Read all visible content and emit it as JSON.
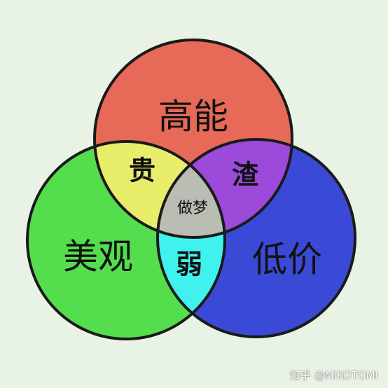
{
  "diagram": {
    "sets": [
      {
        "id": "top",
        "label": "高能",
        "color": "#e66a57"
      },
      {
        "id": "left",
        "label": "美观",
        "color": "#54de4e"
      },
      {
        "id": "right",
        "label": "低价",
        "color": "#3a4ad6"
      }
    ],
    "intersections": [
      {
        "sets": [
          "top",
          "left"
        ],
        "label": "贵",
        "color": "#e9ee6a"
      },
      {
        "sets": [
          "top",
          "right"
        ],
        "label": "渣",
        "color": "#9b4ad9"
      },
      {
        "sets": [
          "left",
          "right"
        ],
        "label": "弱",
        "color": "#3ff2ee"
      },
      {
        "sets": [
          "top",
          "left",
          "right"
        ],
        "label": "做梦",
        "color": "#b9bdb4"
      }
    ]
  },
  "watermark": "知乎 @MIKOTOMI"
}
